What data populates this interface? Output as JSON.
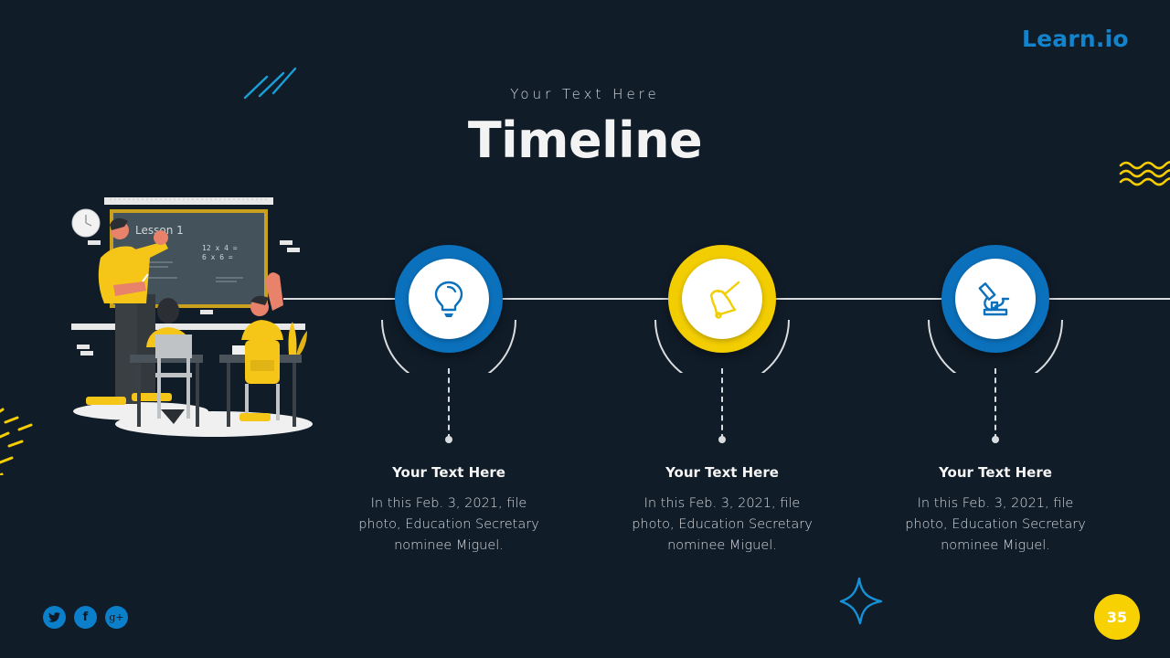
{
  "brand": {
    "logo_text": "Learn.io",
    "color": "#1383cc"
  },
  "header": {
    "subtitle": "Your Text Here",
    "title": "Timeline"
  },
  "illustration": {
    "name": "classroom-teacher-illustration",
    "chalkboard_heading": "Lesson 1",
    "chalkboard_lines": [
      "12 x 4 =",
      "6 x 6 ="
    ]
  },
  "timeline": {
    "milestones": [
      {
        "icon": "lightbulb-icon",
        "ring_color": "#0b71bd",
        "title": "Your Text Here",
        "desc_lines": [
          "In this Feb. 3, 2021, file",
          "photo, Education Secretary",
          "nominee Miguel."
        ]
      },
      {
        "icon": "school-bell-icon",
        "ring_color": "#f2cd00",
        "title": "Your Text Here",
        "desc_lines": [
          "In this Feb. 3, 2021, file",
          "photo, Education Secretary",
          "nominee Miguel."
        ]
      },
      {
        "icon": "microscope-icon",
        "ring_color": "#0b71bd",
        "title": "Your Text Here",
        "desc_lines": [
          "In this Feb. 3, 2021, file",
          "photo, Education Secretary",
          "nominee Miguel."
        ]
      }
    ]
  },
  "footer": {
    "social": [
      {
        "name": "twitter",
        "glyph": "t"
      },
      {
        "name": "facebook",
        "glyph": "f"
      },
      {
        "name": "google-plus",
        "glyph": "g+"
      }
    ],
    "page_number": "35"
  },
  "colors": {
    "background": "#101c28",
    "accent_blue": "#0b71bd",
    "accent_yellow": "#f2cd00",
    "line": "#d9dde0"
  }
}
